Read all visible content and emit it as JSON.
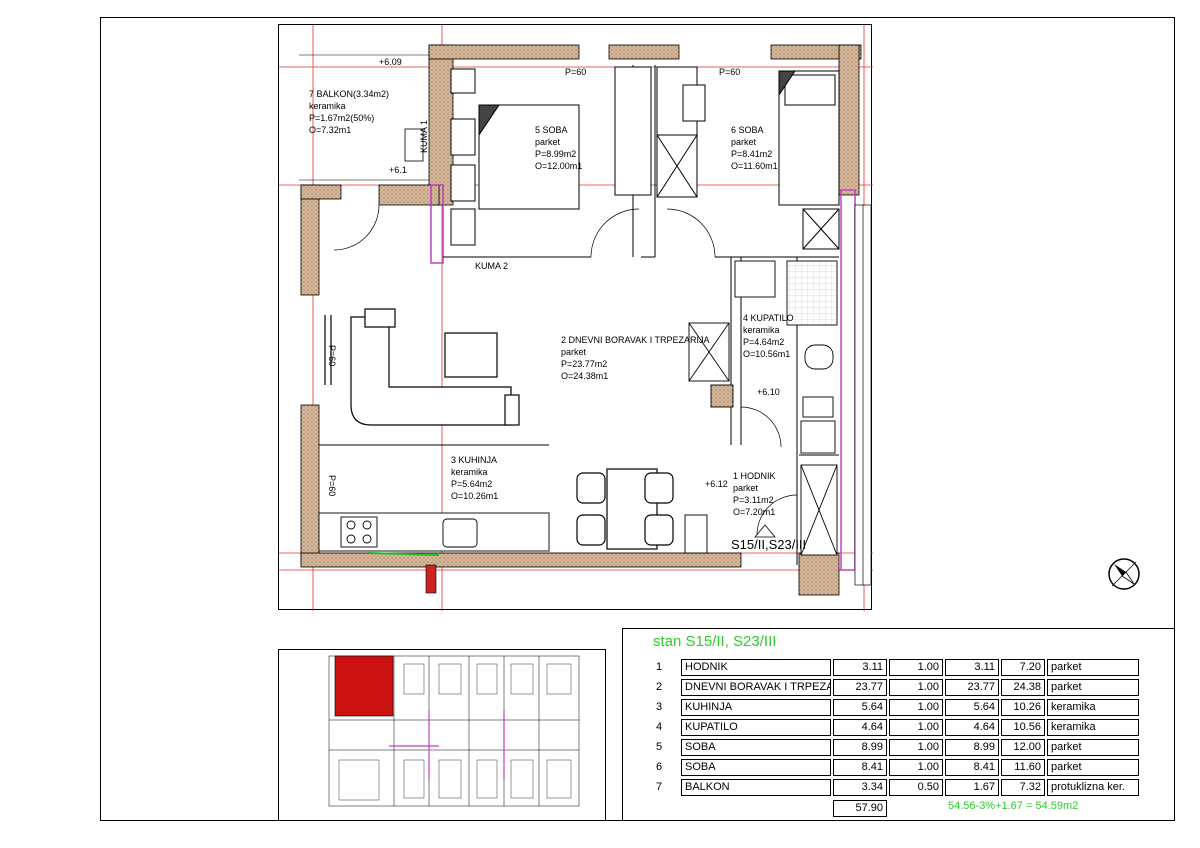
{
  "unit": {
    "title": "stan S15/II, S23/III",
    "label": "S15/II,S23/III"
  },
  "rooms_table": [
    {
      "no": "1",
      "name": "HODNIK",
      "area": "3.11",
      "coef": "1.00",
      "net": "3.11",
      "perimeter": "7.20",
      "floor": "parket"
    },
    {
      "no": "2",
      "name": "DNEVNI BORAVAK I TRPEZARIJA",
      "area": "23.77",
      "coef": "1.00",
      "net": "23.77",
      "perimeter": "24.38",
      "floor": "parket"
    },
    {
      "no": "3",
      "name": "KUHINJA",
      "area": "5.64",
      "coef": "1.00",
      "net": "5.64",
      "perimeter": "10.26",
      "floor": "keramika"
    },
    {
      "no": "4",
      "name": "KUPATILO",
      "area": "4.64",
      "coef": "1.00",
      "net": "4.64",
      "perimeter": "10.56",
      "floor": "keramika"
    },
    {
      "no": "5",
      "name": "SOBA",
      "area": "8.99",
      "coef": "1.00",
      "net": "8.99",
      "perimeter": "12.00",
      "floor": "parket"
    },
    {
      "no": "6",
      "name": "SOBA",
      "area": "8.41",
      "coef": "1.00",
      "net": "8.41",
      "perimeter": "11.60",
      "floor": "parket"
    },
    {
      "no": "7",
      "name": "BALKON",
      "area": "3.34",
      "coef": "0.50",
      "net": "1.67",
      "perimeter": "7.32",
      "floor": "protuklizna ker."
    }
  ],
  "totals": {
    "area_sum": "57.90",
    "formula": "54.56-3%+1.67 = 54.59m2"
  },
  "plan_labels": {
    "room1": [
      "1 HODNIK",
      "parket",
      "P=3.11m2",
      "O=7.20m1"
    ],
    "room2": [
      "2 DNEVNI BORAVAK I TRPEZARIJA",
      "parket",
      "P=23.77m2",
      "O=24.38m1"
    ],
    "room3": [
      "3 KUHINJA",
      "keramika",
      "P=5.64m2",
      "O=10.26m1"
    ],
    "room4": [
      "4 KUPATILO",
      "keramika",
      "P=4.64m2",
      "O=10.56m1"
    ],
    "room5": [
      "5 SOBA",
      "parket",
      "P=8.99m2",
      "O=12.00m1"
    ],
    "room6": [
      "6 SOBA",
      "parket",
      "P=8.41m2",
      "O=11.60m1"
    ],
    "room7": [
      "7 BALKON(3.34m2)",
      "keramika",
      "P=1.67m2(50%)",
      "O=7.32m1"
    ],
    "levels": [
      "+6.09",
      "+6.1",
      "+6.10",
      "+6.12"
    ],
    "window_marks": [
      "P=60",
      "P=60",
      "P=60",
      "P=60"
    ],
    "kuma1": "KUMA 1",
    "kuma2": "KUMA 2"
  },
  "colors": {
    "grid_line": "#e8302a",
    "wall_fill": "#d9b99b",
    "insulation": "#c040c0",
    "unit_title": "#2ecc2e",
    "keyplan_highlight": "#cc1111"
  },
  "icons": {
    "compass": "north-arrow-icon"
  }
}
